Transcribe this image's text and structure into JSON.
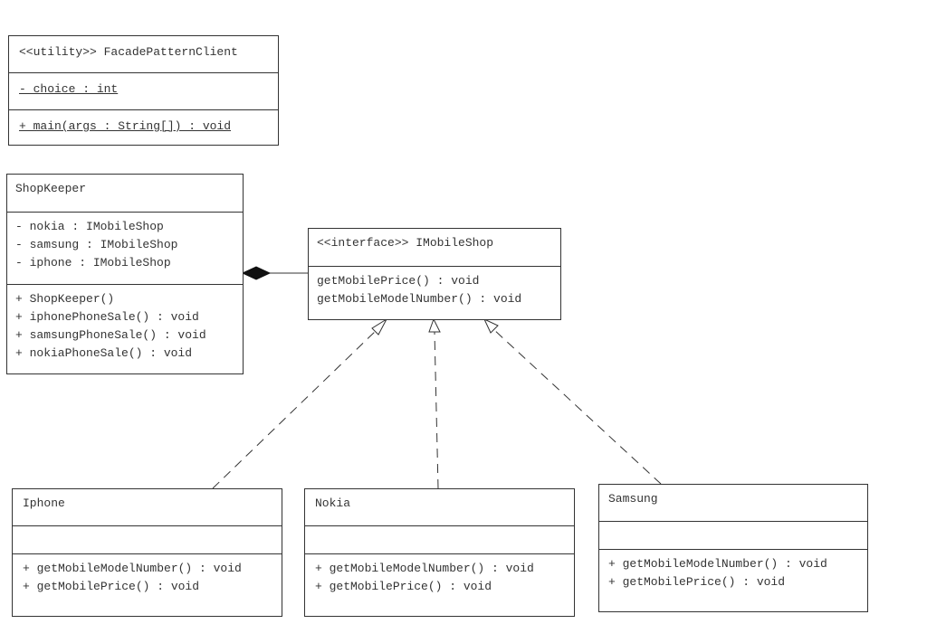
{
  "classes": {
    "facade": {
      "name": "<<utility>> FacadePatternClient",
      "attributes": [
        "- choice : int"
      ],
      "methods": [
        "+ main(args : String[]) : void"
      ]
    },
    "shopkeeper": {
      "name": "ShopKeeper",
      "attributes": [
        "- nokia : IMobileShop",
        "- samsung : IMobileShop",
        "- iphone : IMobileShop"
      ],
      "methods": [
        "+ ShopKeeper()",
        "+ iphonePhoneSale() : void",
        "+ samsungPhoneSale() : void",
        "+ nokiaPhoneSale() : void"
      ]
    },
    "imobileshop": {
      "name": "<<interface>> IMobileShop",
      "attributes": [
        "getMobilePrice() : void",
        "getMobileModelNumber() : void"
      ]
    },
    "iphone": {
      "name": "Iphone",
      "attributes": [],
      "methods": [
        "+ getMobileModelNumber() : void",
        "+ getMobilePrice() : void"
      ]
    },
    "nokia": {
      "name": "Nokia",
      "attributes": [],
      "methods": [
        "+ getMobileModelNumber() : void",
        "+ getMobilePrice() : void"
      ]
    },
    "samsung": {
      "name": "Samsung",
      "attributes": [],
      "methods": [
        "+ getMobileModelNumber() : void",
        "+ getMobilePrice() : void"
      ]
    }
  },
  "colors": {
    "line": "#333333",
    "background": "#ffffff"
  }
}
